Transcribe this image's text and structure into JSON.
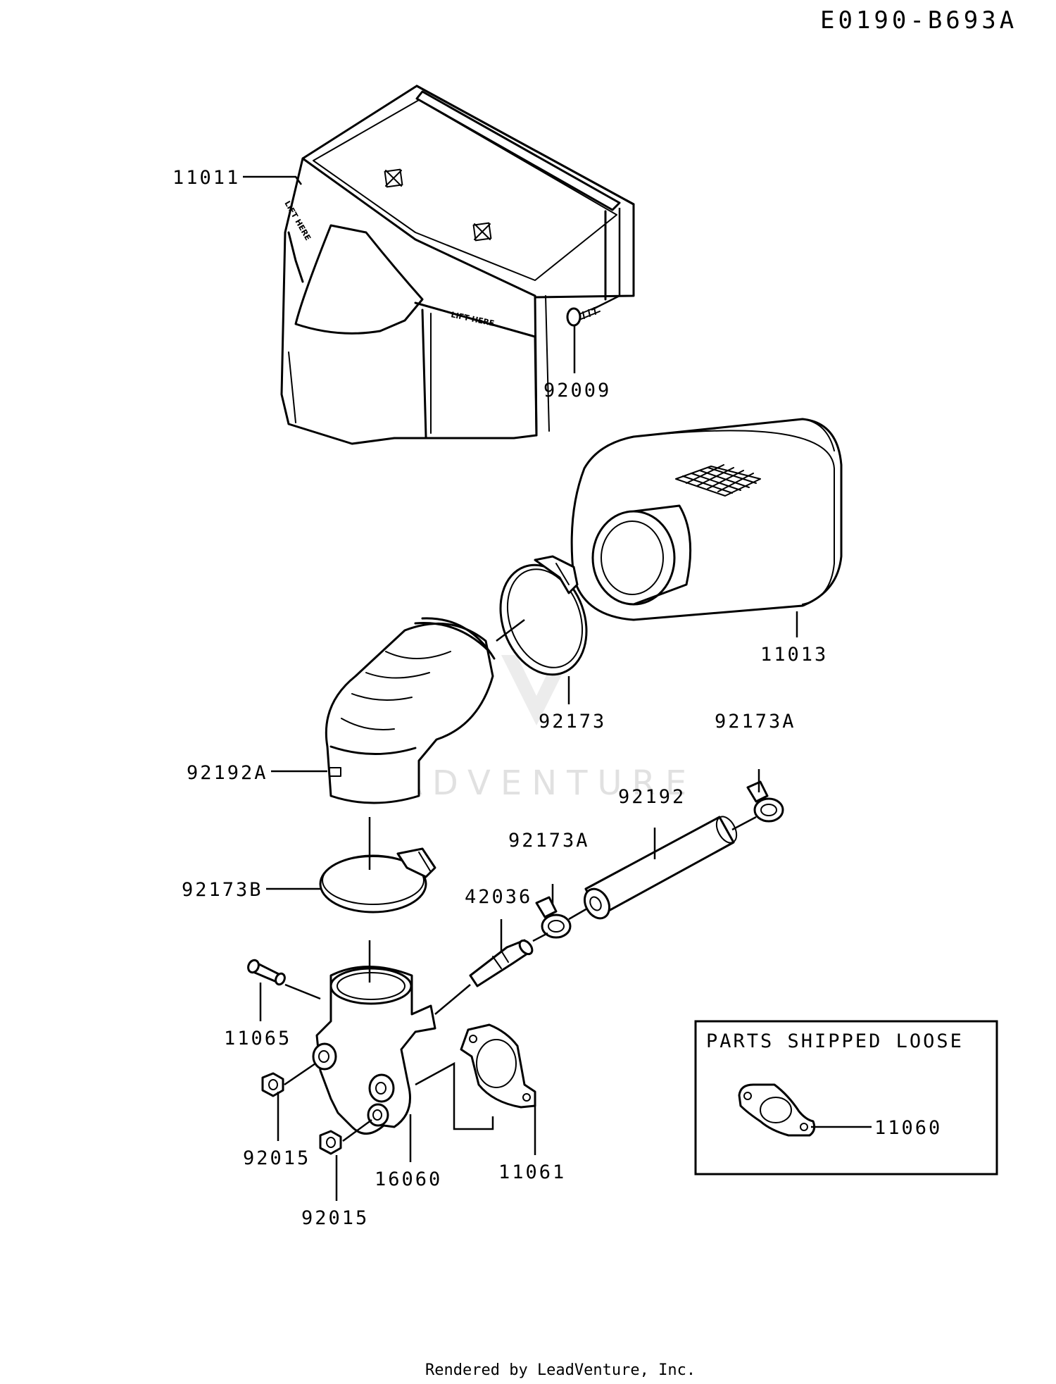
{
  "diagram_code": "E0190-B693A",
  "parts": {
    "p11011": "11011",
    "p92009": "92009",
    "p11013": "11013",
    "p92173": "92173",
    "p92173A_top": "92173A",
    "p92192A": "92192A",
    "p92192": "92192",
    "p92173A_mid": "92173A",
    "p92173B": "92173B",
    "p42036": "42036",
    "p11065": "11065",
    "p92015_a": "92015",
    "p16060": "16060",
    "p11061": "11061",
    "p92015_b": "92015",
    "p11060": "11060"
  },
  "housing_stamp": "LIFT HERE",
  "loose_box_title": "PARTS SHIPPED LOOSE",
  "watermark": "LEADVENTURE",
  "footer": "Rendered by LeadVenture, Inc."
}
